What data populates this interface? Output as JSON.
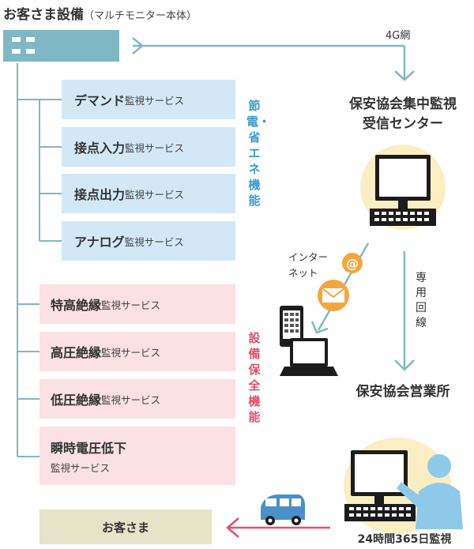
{
  "title": {
    "main": "お客さま設備",
    "sub": "（マルチモニター本体）"
  },
  "network_4g": "4G網",
  "monitoring_center": {
    "line1": "保安協会集中監視",
    "line2": "受信センター"
  },
  "internet": {
    "line1": "インター",
    "line2": "ネット"
  },
  "dedicated_line": "専用回線",
  "sales_office": "保安協会営業所",
  "monitoring_24h": "24時間365日監視",
  "customer": "お客さま",
  "energy_saving_label": "節電・省エネ機能",
  "equipment_maintenance_label": "設備保全機能",
  "energy_services": [
    {
      "name": "デマンド",
      "suffix": "監視サービス"
    },
    {
      "name": "接点入力",
      "suffix": "監視サービス"
    },
    {
      "name": "接点出力",
      "suffix": "監視サービス"
    },
    {
      "name": "アナログ",
      "suffix": "監視サービス"
    }
  ],
  "maintenance_services": [
    {
      "name": "特高絶縁",
      "suffix": "監視サービス"
    },
    {
      "name": "高圧絶縁",
      "suffix": "監視サービス"
    },
    {
      "name": "低圧絶縁",
      "suffix": "監視サービス"
    },
    {
      "name": "瞬時電圧低下",
      "suffix": "監視サービス"
    }
  ],
  "colors": {
    "teal": "#7fb8c4",
    "energy_box": "#d2e9f5",
    "maintenance_box": "#fbe0e4",
    "energy_text": "#3a9cc9",
    "maintenance_text": "#e0506a",
    "customer_box": "#e7e3c8",
    "arrow_red": "#e8506a",
    "computer_circle": "#fbeec3",
    "person": "#8ec9ea"
  },
  "icons": [
    "monitor-device-icon",
    "desktop-computer-icon",
    "at-sign-icon",
    "envelope-icon",
    "smartphone-icon",
    "laptop-icon",
    "person-icon",
    "service-car-icon"
  ]
}
